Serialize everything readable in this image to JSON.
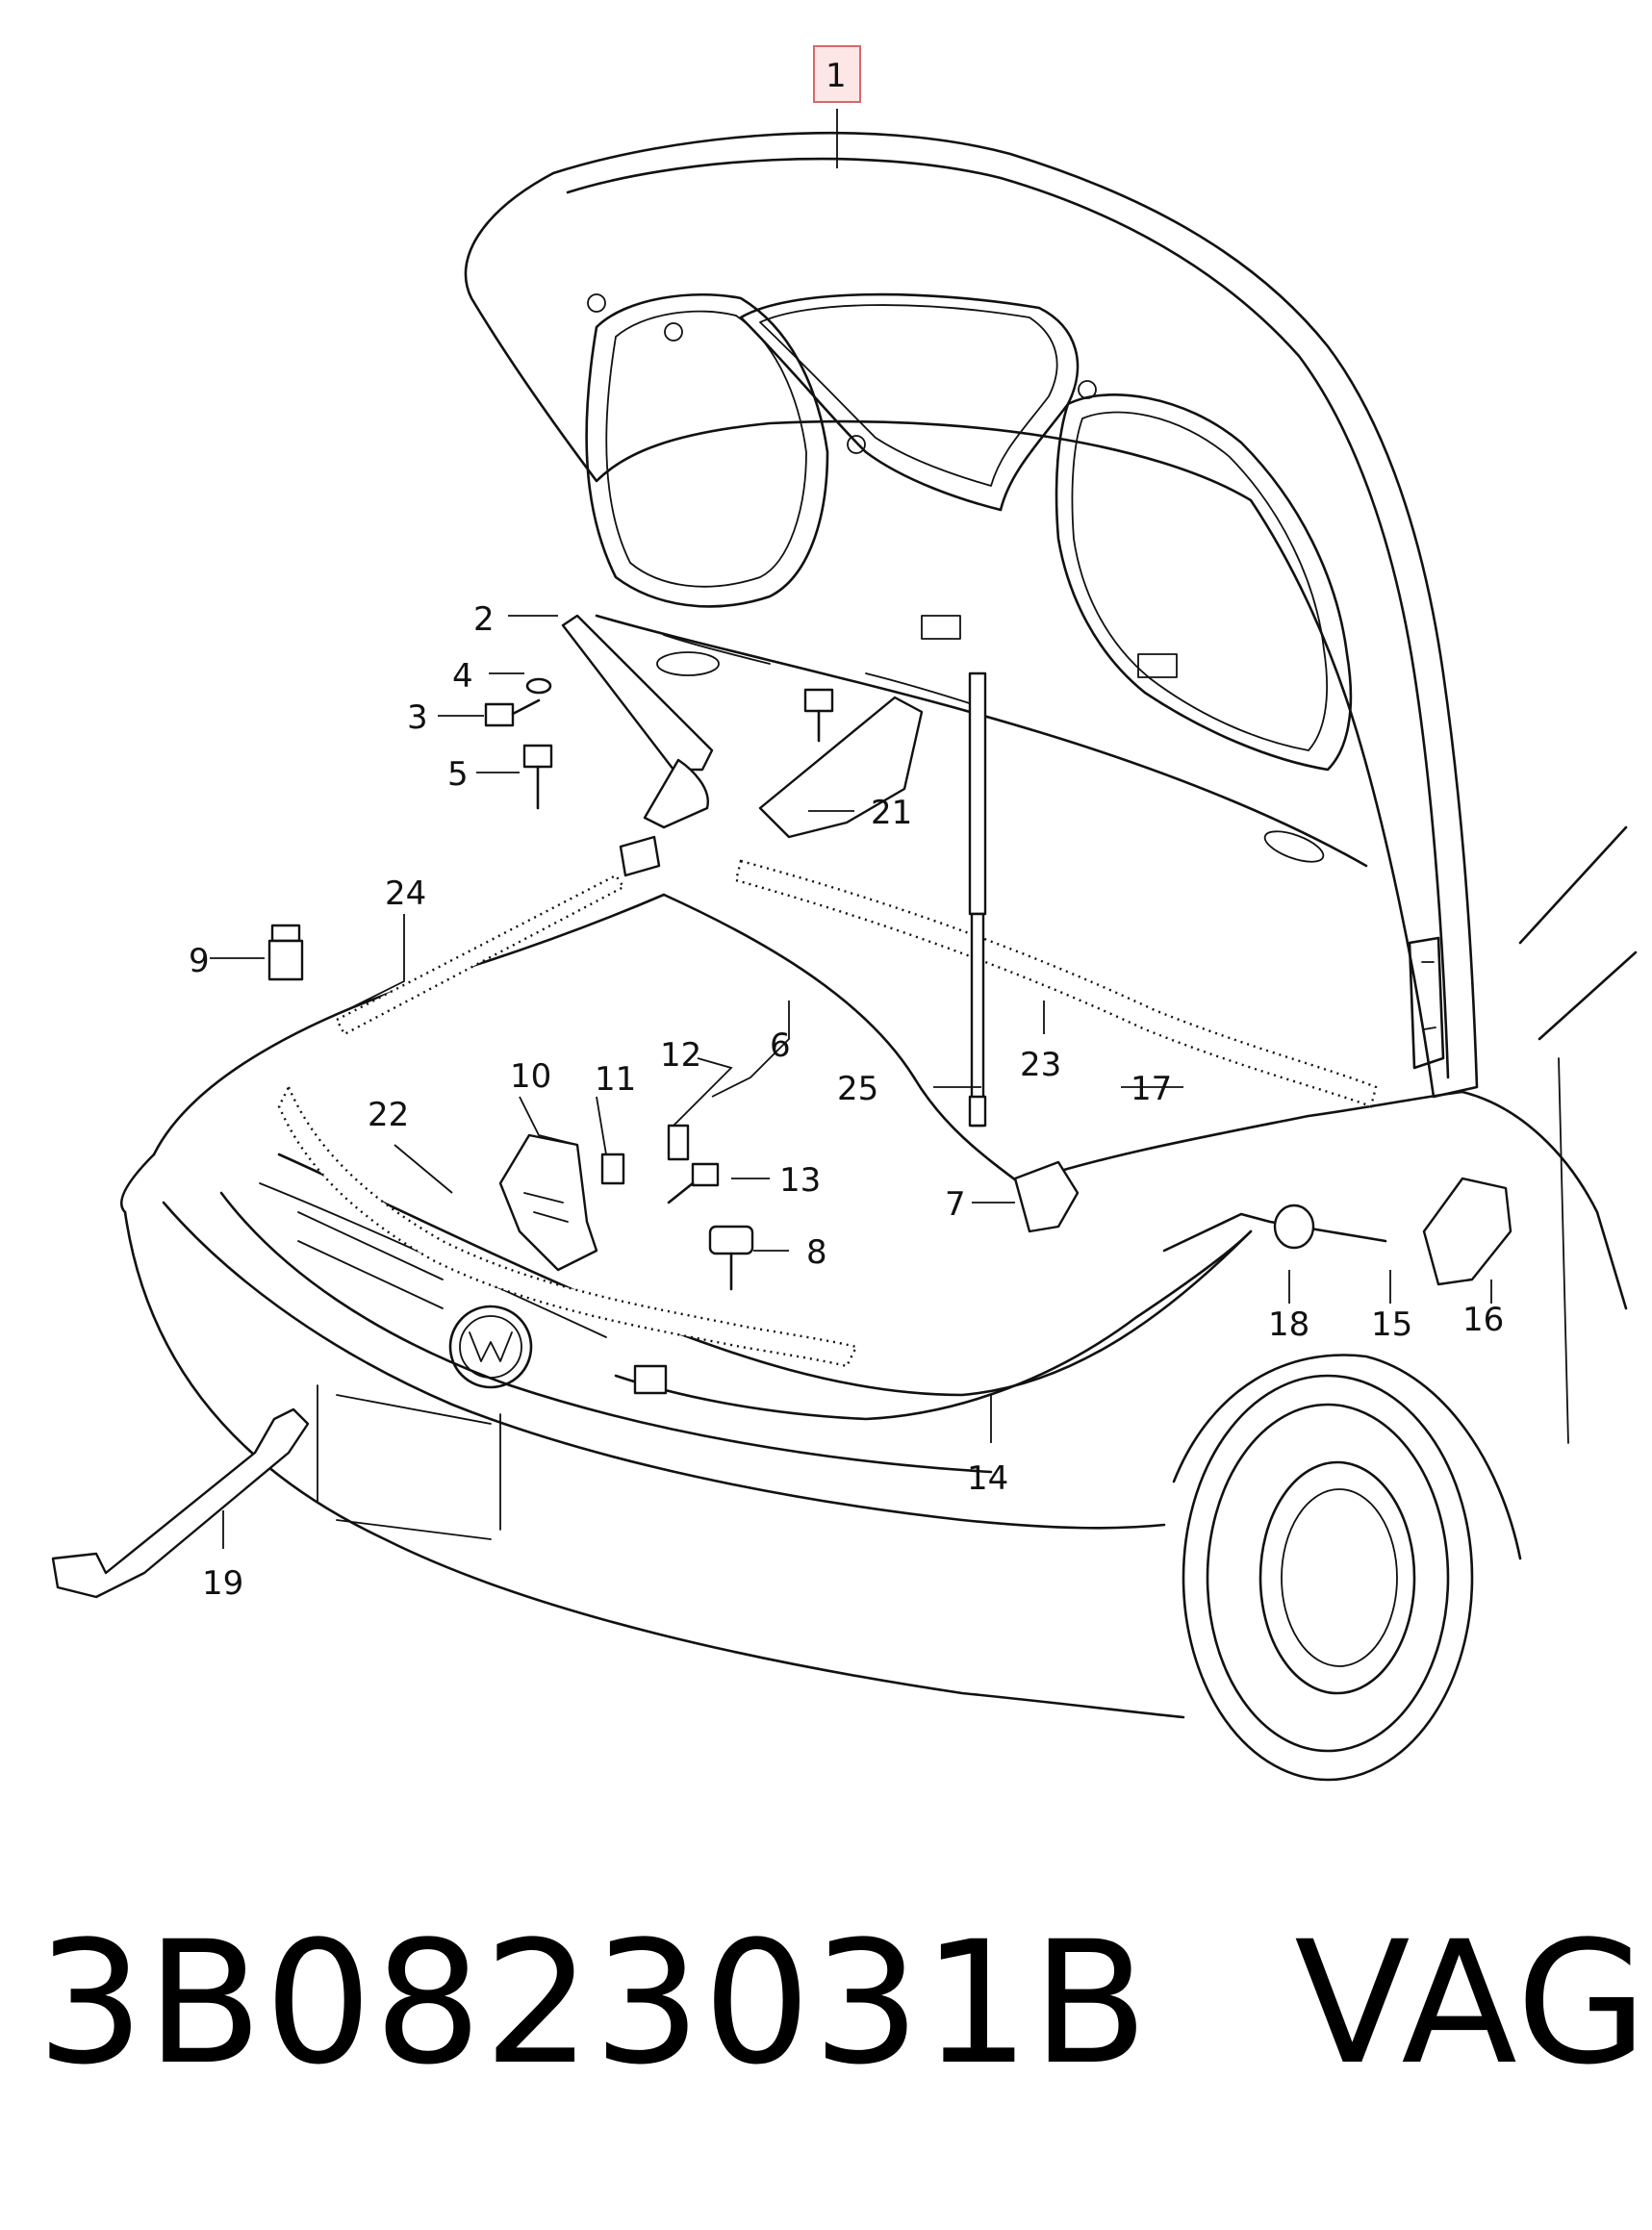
{
  "callouts": {
    "c1": "1",
    "c2": "2",
    "c3": "3",
    "c4": "4",
    "c5": "5",
    "c6": "6",
    "c7": "7",
    "c8": "8",
    "c9": "9",
    "c10": "10",
    "c11": "11",
    "c12": "12",
    "c13": "13",
    "c14": "14",
    "c15": "15",
    "c16": "16",
    "c17": "17",
    "c18": "18",
    "c19": "19",
    "c21": "21",
    "c22": "22",
    "c23": "23",
    "c24": "24",
    "c25": "25"
  },
  "caption": {
    "part_number": "3B0823031B",
    "brand": "VAG"
  },
  "colors": {
    "highlight_box": "#fde6e6",
    "highlight_border": "#d46a6a",
    "line": "#111111"
  }
}
